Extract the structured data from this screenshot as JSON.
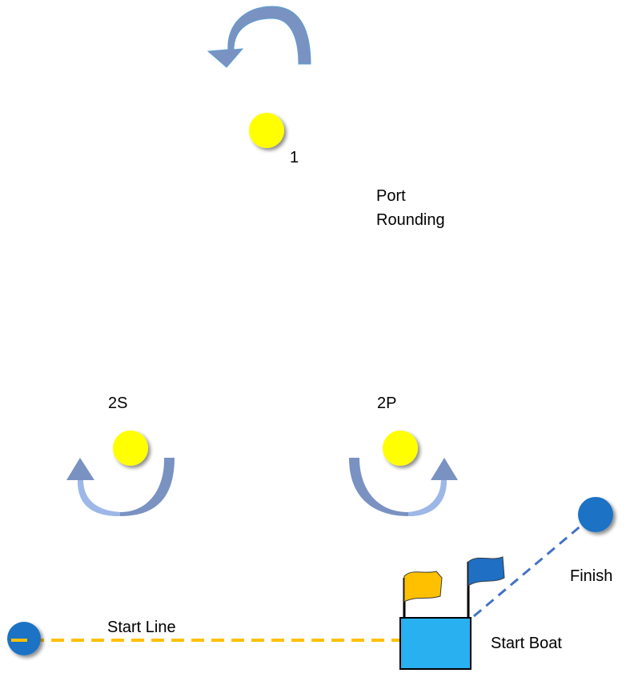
{
  "labels": {
    "mark_1": "1",
    "port_rounding_line1": "Port",
    "port_rounding_line2": "Rounding",
    "mark_2s": "2S",
    "mark_2p": "2P",
    "finish": "Finish",
    "start_line": "Start Line",
    "start_boat": "Start Boat"
  },
  "colors": {
    "mark_yellow": "#ffff00",
    "mark_blue": "#1f72c4",
    "start_line": "#ffc000",
    "finish_line": "#4472c4",
    "boat": "#28b0f0",
    "flag_yellow": "#ffc000",
    "flag_blue": "#1f6fc4",
    "arrow_dark": "#7a92c2",
    "arrow_light": "#9db8e8"
  },
  "icons": {
    "rounding_arrow": "curved-arrow-icon",
    "mark": "buoy-icon",
    "flag": "flag-icon"
  }
}
